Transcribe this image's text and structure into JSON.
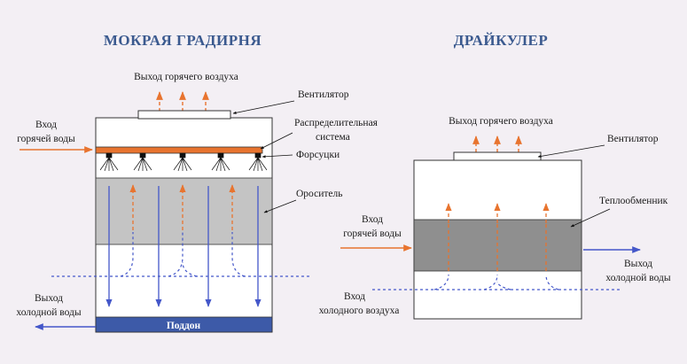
{
  "wet_tower": {
    "title": "МОКРАЯ ГРАДИРНЯ",
    "hot_air_out": "Выход горячего воздуха",
    "fan": "Вентилятор",
    "hot_water_in": [
      "Вход",
      "горячей воды"
    ],
    "distribution": [
      "Распределительная",
      "система"
    ],
    "nozzles": "Форсуцки",
    "fill": "Ороситель",
    "cold_water_out": [
      "Выход",
      "холодной воды"
    ],
    "basin": "Поддон"
  },
  "dry_cooler": {
    "title": "ДРАЙКУЛЕР",
    "hot_air_out": "Выход горячего воздуха",
    "fan": "Вентилятор",
    "heat_exchanger": "Теплообменник",
    "hot_water_in": [
      "Вход",
      "горячей воды"
    ],
    "cold_water_out": [
      "Выход",
      "холодной воды"
    ],
    "cold_air_in": [
      "Вход",
      "холодного воздуха"
    ]
  },
  "colors": {
    "background": "#f3eff4",
    "title": "#3b5a8f",
    "hot": "#e8742f",
    "cold": "#4457c9",
    "fill_media": "#c4c4c4",
    "heat_exchanger": "#8f8f8f",
    "basin": "#3d5aa8"
  }
}
